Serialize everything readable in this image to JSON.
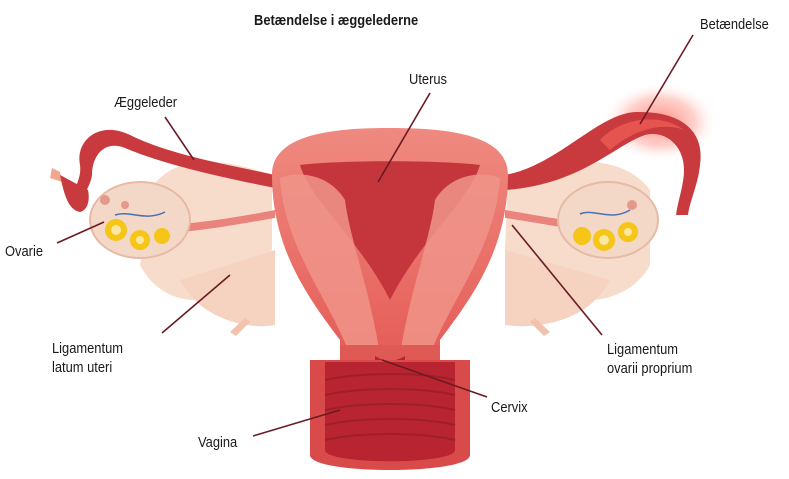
{
  "title": "Betændelse i æggelederne",
  "labels": {
    "inflammation": "Betændelse",
    "fallopian_tube": "Æggeleder",
    "uterus": "Uterus",
    "ovary": "Ovarie",
    "broad_ligament_line1": "Ligamentum",
    "broad_ligament_line2": "latum uteri",
    "ovarian_ligament_line1": "Ligamentum",
    "ovarian_ligament_line2": "ovarii proprium",
    "cervix": "Cervix",
    "vagina": "Vagina"
  },
  "colors": {
    "tissue": "#e8665f",
    "tissue_dark": "#c93a3e",
    "tissue_deep": "#b8242f",
    "ligament": "#f8dccb",
    "ovary": "#f3d8c8",
    "follicle": "#f5c518",
    "inflamed_glow": "#ff6b5e",
    "leader_line": "#6b1a24"
  }
}
